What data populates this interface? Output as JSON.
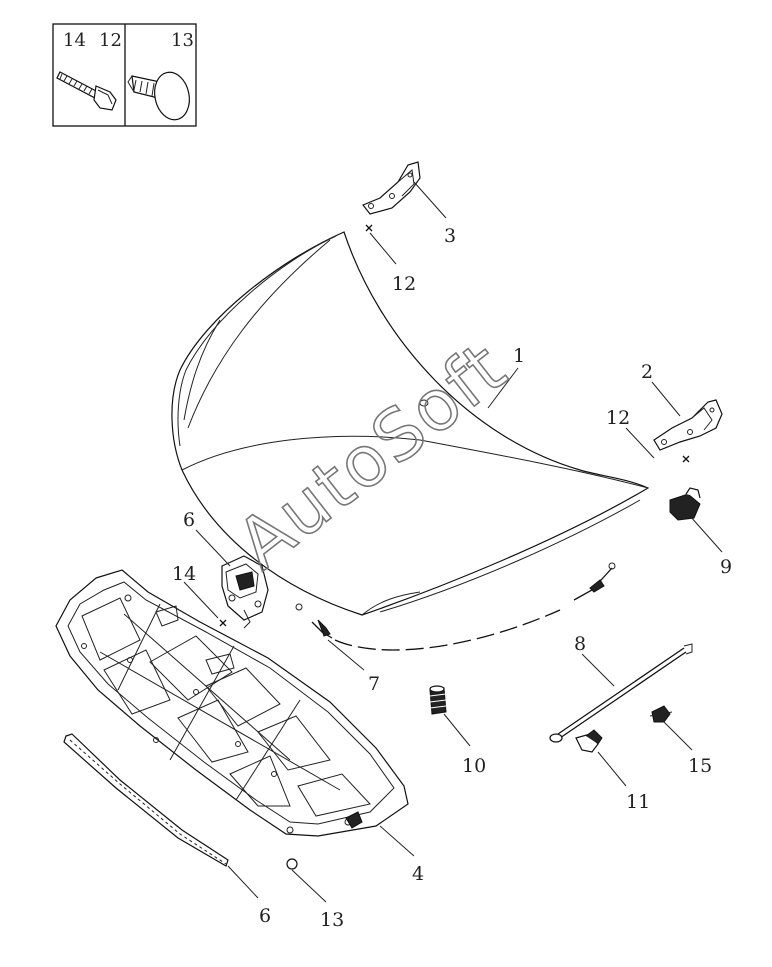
{
  "legend": {
    "labels": [
      "14",
      "12",
      "13"
    ]
  },
  "callouts": [
    {
      "id": "c1",
      "text": "1"
    },
    {
      "id": "c2",
      "text": "2"
    },
    {
      "id": "c3",
      "text": "3"
    },
    {
      "id": "c4",
      "text": "4"
    },
    {
      "id": "c6a",
      "text": "6"
    },
    {
      "id": "c6b",
      "text": "6"
    },
    {
      "id": "c7",
      "text": "7"
    },
    {
      "id": "c8",
      "text": "8"
    },
    {
      "id": "c9",
      "text": "9"
    },
    {
      "id": "c10",
      "text": "10"
    },
    {
      "id": "c11",
      "text": "11"
    },
    {
      "id": "c12a",
      "text": "12"
    },
    {
      "id": "c12b",
      "text": "12"
    },
    {
      "id": "c13",
      "text": "13"
    },
    {
      "id": "c14",
      "text": "14"
    },
    {
      "id": "c15",
      "text": "15"
    }
  ],
  "watermark": "AutoSoft",
  "colors": {
    "line": "#111111",
    "background": "#ffffff",
    "watermark": "#777777"
  }
}
